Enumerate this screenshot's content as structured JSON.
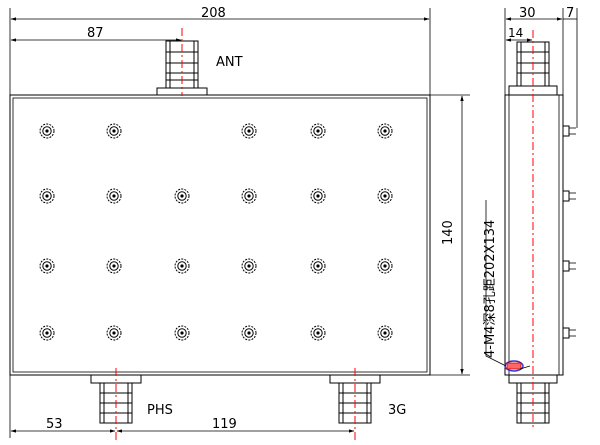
{
  "dimensions": {
    "overall_width": "208",
    "ant_offset": "87",
    "height": "140",
    "phs_offset": "53",
    "port_spacing": "119",
    "side_depth": "30",
    "side_flange": "7",
    "side_connector": "14"
  },
  "ports": {
    "ant": "ANT",
    "phs": "PHS",
    "g3": "3G"
  },
  "note": "4-M4深8孔距202X134",
  "colors": {
    "line": "#000000",
    "centerline": "#ff0000",
    "highlight": "#3333cc"
  }
}
